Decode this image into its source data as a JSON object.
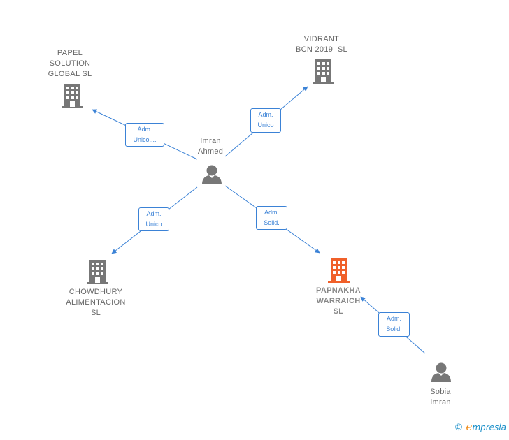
{
  "nodes": {
    "papel": {
      "lines": [
        "PAPEL",
        "SOLUTION",
        "GLOBAL SL"
      ],
      "type": "company"
    },
    "vidrant": {
      "lines": [
        "VIDRANT",
        "BCN 2019  SL"
      ],
      "type": "company"
    },
    "imran_ahmed": {
      "lines": [
        "Imran",
        "Ahmed"
      ],
      "type": "person"
    },
    "chowdhury": {
      "lines": [
        "CHOWDHURY",
        "ALIMENTACION",
        "SL"
      ],
      "type": "company"
    },
    "papnakha": {
      "lines": [
        "PAPNAKHA",
        "WARRAICH",
        "SL"
      ],
      "type": "company-main"
    },
    "sobia_imran": {
      "lines": [
        "Sobia",
        "Imran"
      ],
      "type": "person"
    }
  },
  "edges": {
    "to_papel": {
      "lines": [
        "Adm.",
        "Unico,..."
      ]
    },
    "to_vidrant": {
      "lines": [
        "Adm.",
        "Unico"
      ]
    },
    "to_chowdhury": {
      "lines": [
        "Adm.",
        "Unico"
      ]
    },
    "to_papnakha": {
      "lines": [
        "Adm.",
        "Solid."
      ]
    },
    "sobia_to_papnakha": {
      "lines": [
        "Adm.",
        "Solid."
      ]
    }
  },
  "colors": {
    "edge": "#3b82d6",
    "company_icon": "#777777",
    "main_company_icon": "#f0602a",
    "person_icon": "#777777",
    "label_text": "#666666"
  },
  "watermark": {
    "copyright": "©",
    "brand_initial": "e",
    "brand_rest": "mpresia"
  }
}
